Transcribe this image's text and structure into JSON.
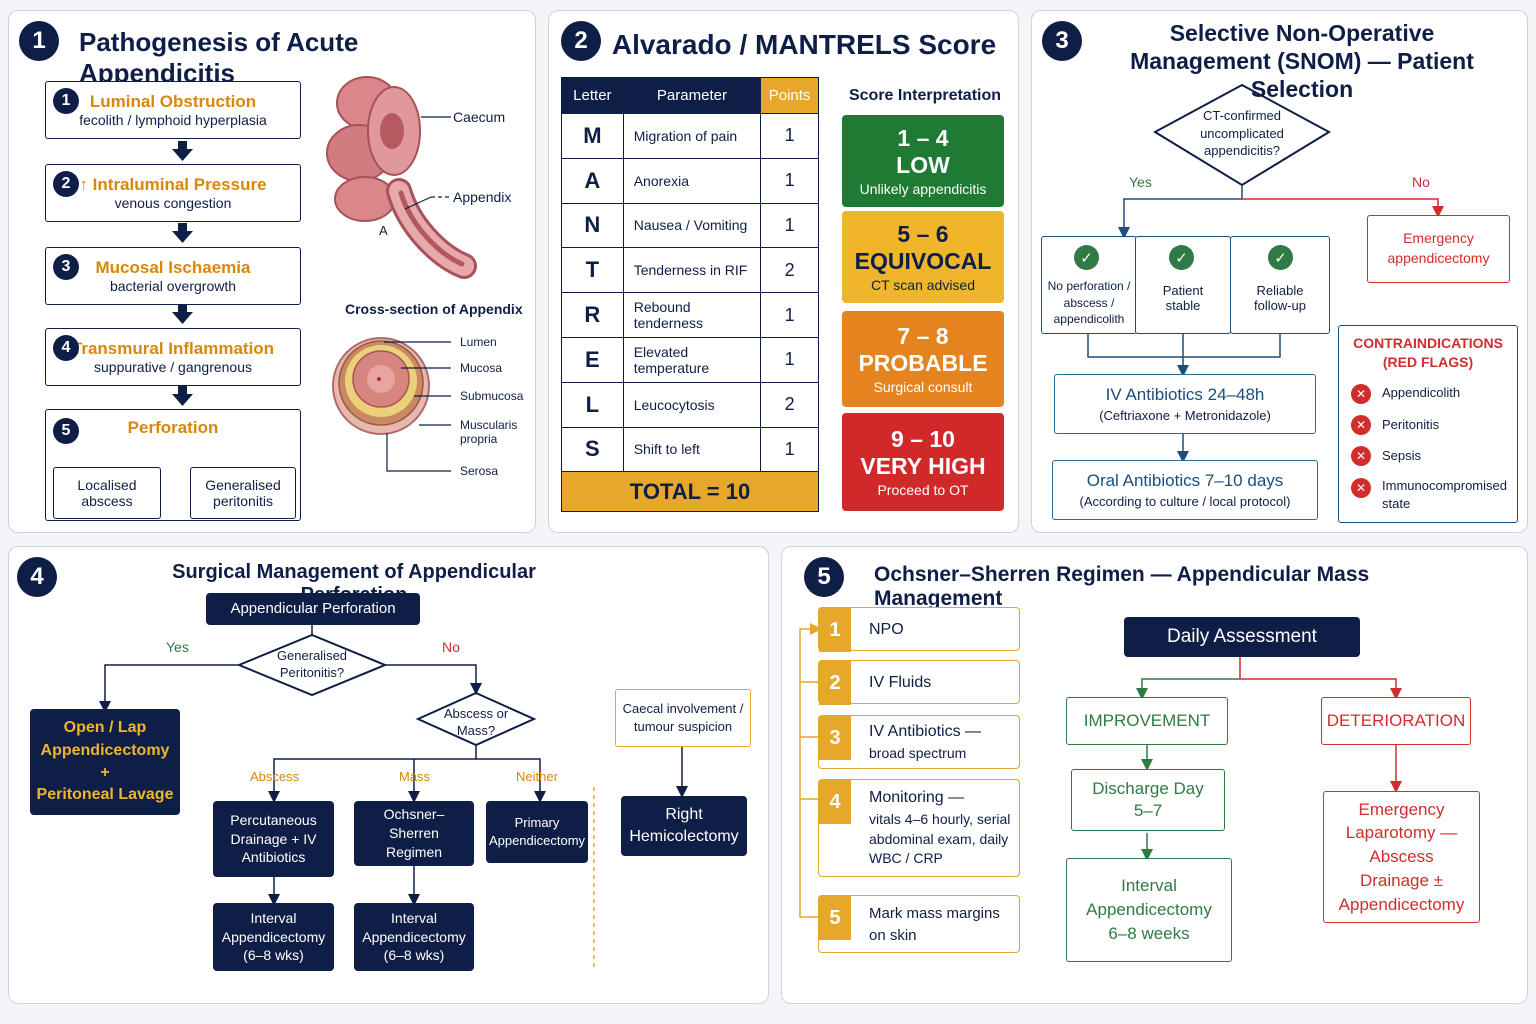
{
  "panel1": {
    "number": "1",
    "title": "Pathogenesis of Acute Appendicitis",
    "steps": [
      {
        "n": "1",
        "title": "Luminal Obstruction",
        "sub": "fecolith / lymphoid hyperplasia"
      },
      {
        "n": "2",
        "title": "↑ Intraluminal Pressure",
        "sub": "venous congestion"
      },
      {
        "n": "3",
        "title": "Mucosal Ischaemia",
        "sub": "bacterial overgrowth"
      },
      {
        "n": "4",
        "title": "Transmural Inflammation",
        "sub": "suppurative / gangrenous"
      },
      {
        "n": "5",
        "title": "Perforation",
        "sub": ""
      }
    ],
    "outcomes": [
      "Localised abscess",
      "Generalised peritonitis"
    ],
    "anatomy": {
      "caecum": "Caecum",
      "appendix": "Appendix",
      "marker": "A"
    },
    "cross_section_title": "Cross-section of Appendix",
    "layers": [
      "Lumen",
      "Mucosa",
      "Submucosa",
      "Muscularis propria",
      "Serosa"
    ]
  },
  "panel2": {
    "number": "2",
    "title": "Alvarado / MANTRELS Score",
    "headers": [
      "Letter",
      "Parameter",
      "Points"
    ],
    "rows": [
      {
        "letter": "M",
        "param": "Migration of pain",
        "points": "1"
      },
      {
        "letter": "A",
        "param": "Anorexia",
        "points": "1"
      },
      {
        "letter": "N",
        "param": "Nausea / Vomiting",
        "points": "1"
      },
      {
        "letter": "T",
        "param": "Tenderness in RIF",
        "points": "2"
      },
      {
        "letter": "R",
        "param": "Rebound tenderness",
        "points": "1"
      },
      {
        "letter": "E",
        "param": "Elevated temperature",
        "points": "1"
      },
      {
        "letter": "L",
        "param": "Leucocytosis",
        "points": "2"
      },
      {
        "letter": "S",
        "param": "Shift to left",
        "points": "1"
      }
    ],
    "total": "TOTAL  =  10",
    "interp_title": "Score Interpretation",
    "interp": [
      {
        "range": "1 – 4",
        "level": "LOW",
        "sub": "Unlikely appendicitis",
        "color": "#1f7a33"
      },
      {
        "range": "5 – 6",
        "level": "EQUIVOCAL",
        "sub": "CT scan advised",
        "color": "#efb62c"
      },
      {
        "range": "7 – 8",
        "level": "PROBABLE",
        "sub": "Surgical consult",
        "color": "#e5841f"
      },
      {
        "range": "9 – 10",
        "level": "VERY HIGH",
        "sub": "Proceed to OT",
        "color": "#d1282a"
      }
    ]
  },
  "panel3": {
    "number": "3",
    "title": "Selective Non-Operative Management (SNOM) — Patient Selection",
    "decision": "CT-confirmed uncomplicated appendicitis?",
    "yes": "Yes",
    "no": "No",
    "criteria": [
      "No perforation / abscess / appendicolith",
      "Patient stable",
      "Reliable follow-up"
    ],
    "iv": {
      "title": "IV Antibiotics 24–48h",
      "sub": "(Ceftriaxone + Metronidazole)"
    },
    "oral": {
      "title": "Oral Antibiotics 7–10 days",
      "sub": "(According to culture / local protocol)"
    },
    "emergency": "Emergency appendicectomy",
    "contra_title": "CONTRAINDICATIONS (RED FLAGS)",
    "contra": [
      "Appendicolith",
      "Peritonitis",
      "Sepsis",
      "Immunocompromised state"
    ]
  },
  "panel4": {
    "number": "4",
    "title": "Surgical Management of Appendicular Perforation",
    "root": "Appendicular Perforation",
    "q1": "Generalised Peritonitis?",
    "yes": "Yes",
    "no": "No",
    "open": [
      "Open / Lap",
      "Appendicectomy",
      "+",
      "Peritoneal Lavage"
    ],
    "q2": "Abscess or Mass?",
    "branches": [
      "Abscess",
      "Mass",
      "Neither"
    ],
    "drain": "Percutaneous Drainage + IV Antibiotics",
    "ochsner": "Ochsner–Sherren Regimen",
    "primary": "Primary Appendicectomy",
    "interval1": "Interval Appendicectomy (6–8 wks)",
    "interval2": "Interval Appendicectomy (6–8 wks)",
    "caecal": "Caecal involvement / tumour suspicion",
    "hemi": "Right Hemicolectomy"
  },
  "panel5": {
    "number": "5",
    "title": "Ochsner–Sherren Regimen — Appendicular Mass Management",
    "steps": [
      {
        "n": "1",
        "t": "NPO",
        "s": ""
      },
      {
        "n": "2",
        "t": "IV Fluids",
        "s": ""
      },
      {
        "n": "3",
        "t": "IV Antibiotics —",
        "s": "broad spectrum"
      },
      {
        "n": "4",
        "t": "Monitoring —",
        "s": "vitals 4–6 hourly, serial abdominal exam, daily WBC / CRP"
      },
      {
        "n": "5",
        "t": "Mark mass margins",
        "s": "on skin"
      }
    ],
    "daily": "Daily Assessment",
    "improve": "IMPROVEMENT",
    "deteriorate": "DETERIORATION",
    "discharge": "Discharge Day 5–7",
    "interval": "Interval Appendicectomy 6–8 weeks",
    "emergency": "Emergency Laparotomy — Abscess Drainage ± Appendicectomy"
  }
}
